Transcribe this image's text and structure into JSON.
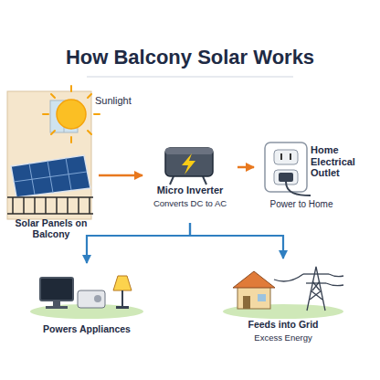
{
  "diagram": {
    "title": "How Balcony Solar Works",
    "nodes": [
      {
        "text": [
          "Solar Panels on Balcony"
        ]
      },
      {
        "text": [
          "Micro Inverter",
          "Converts DC to AC"
        ]
      },
      {
        "text": [
          "Home Electrical Outlet",
          "Power to Home"
        ]
      },
      {
        "text": [
          "Powers Appliances"
        ]
      },
      {
        "text": [
          "Feeds into Grid",
          "Excess Energy"
        ]
      }
    ],
    "edges": [
      {
        "from": 0,
        "to": 1,
        "arrow": "to"
      },
      {
        "from": 1,
        "to": 2,
        "arrow": "to"
      },
      {
        "from": 1,
        "to": 3,
        "arrow": "to"
      },
      {
        "from": 1,
        "to": 4,
        "arrow": "to"
      }
    ],
    "labels": [
      "Sunlight"
    ]
  }
}
